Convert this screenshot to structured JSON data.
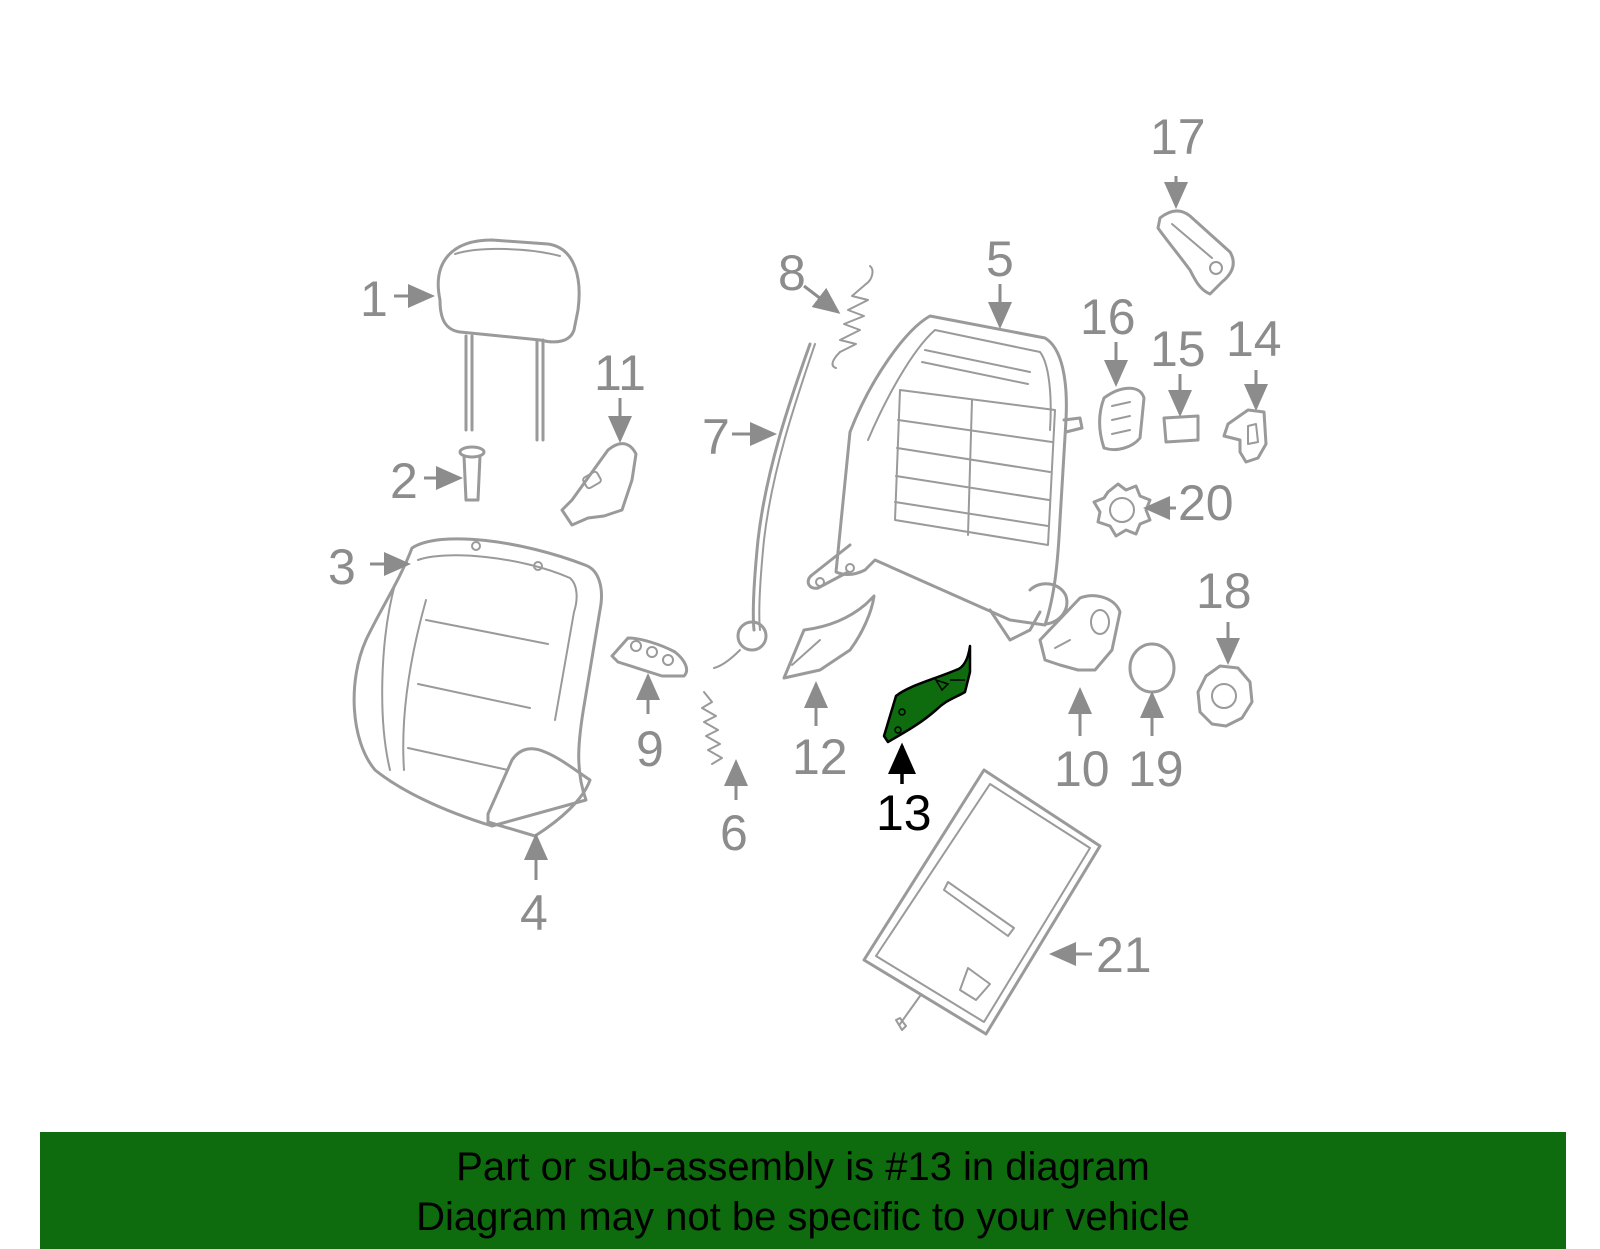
{
  "diagram": {
    "labels": [
      "1",
      "2",
      "3",
      "4",
      "5",
      "6",
      "7",
      "8",
      "9",
      "10",
      "11",
      "12",
      "13",
      "14",
      "15",
      "16",
      "17",
      "18",
      "19",
      "20",
      "21"
    ],
    "highlight_label": "13",
    "highlight_color": "#0e6b0e",
    "part_color": "#9a9a9a"
  },
  "banner": {
    "line1": "Part or sub-assembly is #13 in diagram",
    "line2": "Diagram may not be specific to your vehicle",
    "color": "#0e6b0e"
  }
}
